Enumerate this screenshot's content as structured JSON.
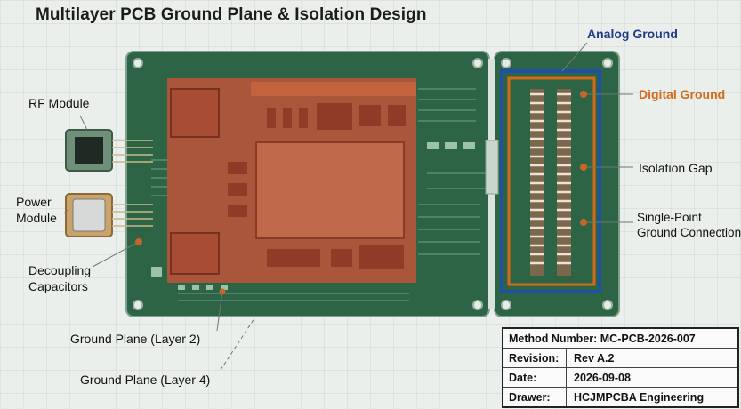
{
  "title": "Multilayer PCB Ground Plane & Isolation Design",
  "labels": {
    "analog_ground": "Analog Ground",
    "digital_ground": "Digital Ground",
    "rf_module": "RF Module",
    "power_module": "Power\nModule",
    "isolation_gap": "Isolation Gap",
    "single_point": "Single-Point\nGround Connection",
    "decoupling": "Decoupling\nCapacitors",
    "ground_layer2": "Ground Plane (Layer 2)",
    "ground_layer4": "Ground Plane (Layer 4)"
  },
  "title_block": {
    "method": "Method Number: MC-PCB-2026-007",
    "revision_label": "Revision:",
    "revision_value": "Rev A.2",
    "date_label": "Date:",
    "date_value": "2026-09-08",
    "drawer_label": "Drawer:",
    "drawer_value": "HCJMPCBA Engineering"
  },
  "colors": {
    "pcb_green": "#2d6446",
    "copper_pour": "#b4553a",
    "analog_outline": "#1f4fa8",
    "digital_outline": "#d46a1a",
    "callout_dot": "#c8642a"
  }
}
